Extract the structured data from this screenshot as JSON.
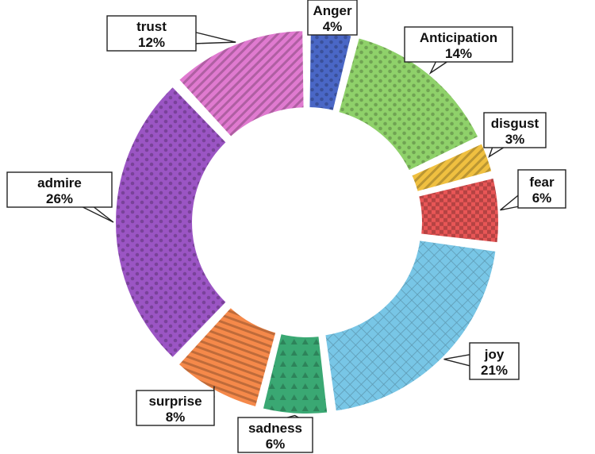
{
  "chart_data": {
    "type": "pie",
    "variant": "donut",
    "title": "",
    "slices": [
      {
        "label": "Anger",
        "value": 4,
        "value_label": "4%",
        "color": "#4a67c6",
        "pattern": "dots"
      },
      {
        "label": "Anticipation",
        "value": 14,
        "value_label": "14%",
        "color": "#8fd16a",
        "pattern": "dots"
      },
      {
        "label": "disgust",
        "value": 3,
        "value_label": "3%",
        "color": "#f0c040",
        "pattern": "diagonal"
      },
      {
        "label": "fear",
        "value": 6,
        "value_label": "6%",
        "color": "#e85656",
        "pattern": "checker"
      },
      {
        "label": "joy",
        "value": 21,
        "value_label": "21%",
        "color": "#78c6e6",
        "pattern": "crosshatch"
      },
      {
        "label": "sadness",
        "value": 6,
        "value_label": "6%",
        "color": "#3aa873",
        "pattern": "triangles"
      },
      {
        "label": "surprise",
        "value": 8,
        "value_label": "8%",
        "color": "#f5894a",
        "pattern": "horizontal"
      },
      {
        "label": "admire",
        "value": 26,
        "value_label": "26%",
        "color": "#9b55c4",
        "pattern": "dots"
      },
      {
        "label": "trust",
        "value": 12,
        "value_label": "12%",
        "color": "#e07ad0",
        "pattern": "diagonal"
      }
    ],
    "legend": "none",
    "labels": "callouts"
  }
}
